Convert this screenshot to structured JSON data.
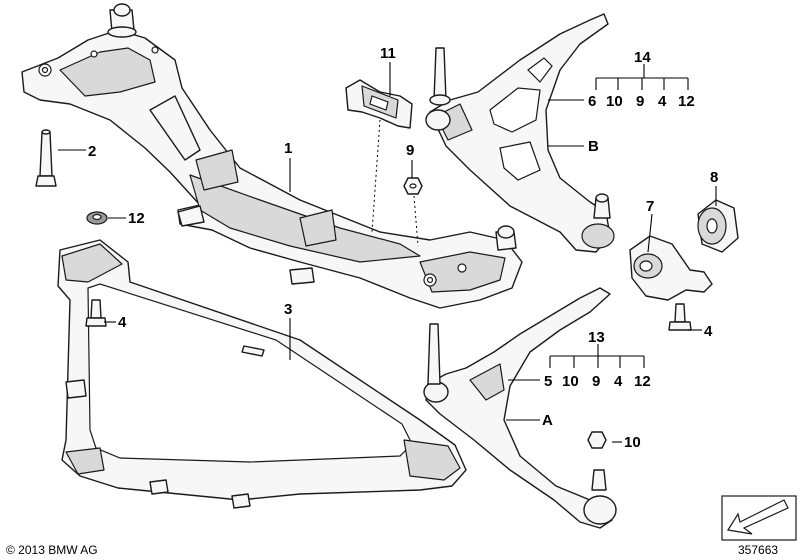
{
  "callouts": {
    "c1": "1",
    "c2": "2",
    "c3": "3",
    "c4a": "4",
    "c4b": "4",
    "c7": "7",
    "c8": "8",
    "c9": "9",
    "c10": "10",
    "c11": "11",
    "c12": "12",
    "cA": "A",
    "cB": "B"
  },
  "group14": {
    "title": "14",
    "items": [
      "6",
      "10",
      "9",
      "4",
      "12"
    ]
  },
  "group13": {
    "title": "13",
    "items": [
      "5",
      "10",
      "9",
      "4",
      "12"
    ]
  },
  "copyright": "© 2013 BMW AG",
  "diagram_number": "357663"
}
